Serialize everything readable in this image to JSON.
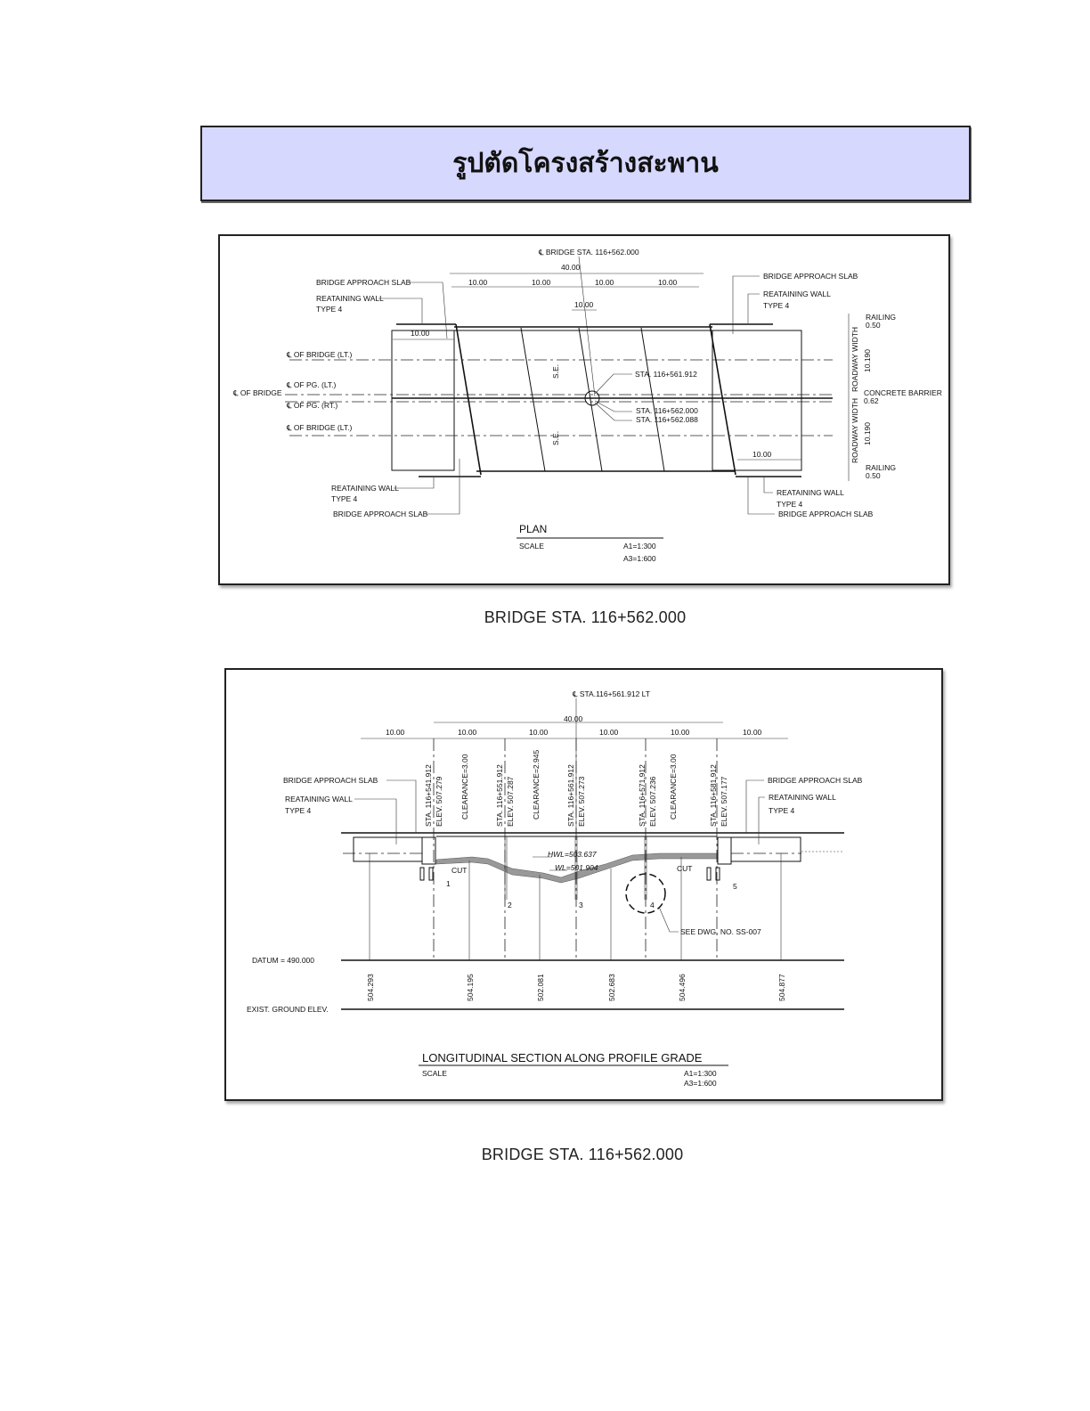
{
  "page_title": "รูปตัดโครงสร้างสะพาน",
  "plan": {
    "cl_label": "℄ BRIDGE STA. 116+562.000",
    "total_dim": "40.00",
    "span_dims": [
      "10.00",
      "10.00",
      "10.00",
      "10.00"
    ],
    "offset_dim": "10.00",
    "left_approach_dim": "10.00",
    "right_approach_dim": "10.00",
    "left_top": {
      "slab": "BRIDGE APPROACH SLAB",
      "wall": "REATAINING WALL",
      "type": "TYPE 4"
    },
    "left_bottom": {
      "wall": "REATAINING WALL",
      "type": "TYPE 4",
      "slab": "BRIDGE APPROACH SLAB"
    },
    "right_top": {
      "slab": "BRIDGE APPROACH SLAB",
      "wall": "REATAINING WALL",
      "type": "TYPE 4"
    },
    "right_bottom": {
      "wall": "REATAINING WALL",
      "type": "TYPE 4",
      "slab": "BRIDGE APPROACH SLAB"
    },
    "centerlines": [
      "℄ OF BRIDGE (LT.)",
      "℄ OF PG. (LT.)",
      "℄ OF BRIDGE",
      "℄ OF PG. (RT.)",
      "℄ OF BRIDGE (LT.)"
    ],
    "se": "S.E.",
    "stations": [
      "STA. 116+561.912",
      "STA. 116+562.000",
      "STA. 116+562.088"
    ],
    "railing": "RAILING",
    "railing_w": "0.50",
    "roadway": "ROADWAY WIDTH",
    "roadway_w": "10.190",
    "barrier": "CONCRETE BARRIER",
    "barrier_w": "0.62",
    "title": "PLAN",
    "scale": "SCALE",
    "a1": "A1=1:300",
    "a3": "A3=1:600"
  },
  "caption1": "BRIDGE STA.  116+562.000",
  "section": {
    "cl_label": "℄ STA.116+561.912 LT",
    "total_dim": "40.00",
    "span_dims": [
      "10.00",
      "10.00",
      "10.00",
      "10.00",
      "10.00",
      "10.00"
    ],
    "piers": [
      {
        "sta": "STA. 116+541.912",
        "elev": "ELEV. 507.279",
        "no": "1"
      },
      {
        "sta": "STA. 116+551.912",
        "elev": "ELEV. 507.287",
        "no": "2"
      },
      {
        "sta": "STA. 116+561.912",
        "elev": "ELEV. 507.273",
        "no": "3"
      },
      {
        "sta": "STA. 116+571.912",
        "elev": "ELEV. 507.236",
        "no": "4"
      },
      {
        "sta": "STA. 116+581.912",
        "elev": "ELEV. 507.177",
        "no": "5"
      }
    ],
    "clearances": [
      "CLEARANCE=3.00",
      "CLEARANCE=2.945",
      "CLEARANCE=3.00"
    ],
    "left": {
      "slab": "BRIDGE APPROACH SLAB",
      "wall": "REATAINING WALL",
      "type": "TYPE 4"
    },
    "right": {
      "slab": "BRIDGE APPROACH SLAB",
      "wall": "REATAINING WALL",
      "type": "TYPE 4"
    },
    "hwl": "HWL=503.637",
    "wl": "WL=501.904",
    "cut": "CUT",
    "see_dwg": "SEE DWG. NO. SS-007",
    "datum": "DATUM = 490.000",
    "ground_label": "EXIST. GROUND ELEV.",
    "ground_elevs": [
      "504.293",
      "504.195",
      "502.081",
      "502.683",
      "504.496",
      "504.877"
    ],
    "title": "LONGITUDINAL SECTION ALONG PROFILE GRADE",
    "scale": "SCALE",
    "a1": "A1=1:300",
    "a3": "A3=1:600"
  },
  "caption2": "BRIDGE STA.  116+562.000"
}
